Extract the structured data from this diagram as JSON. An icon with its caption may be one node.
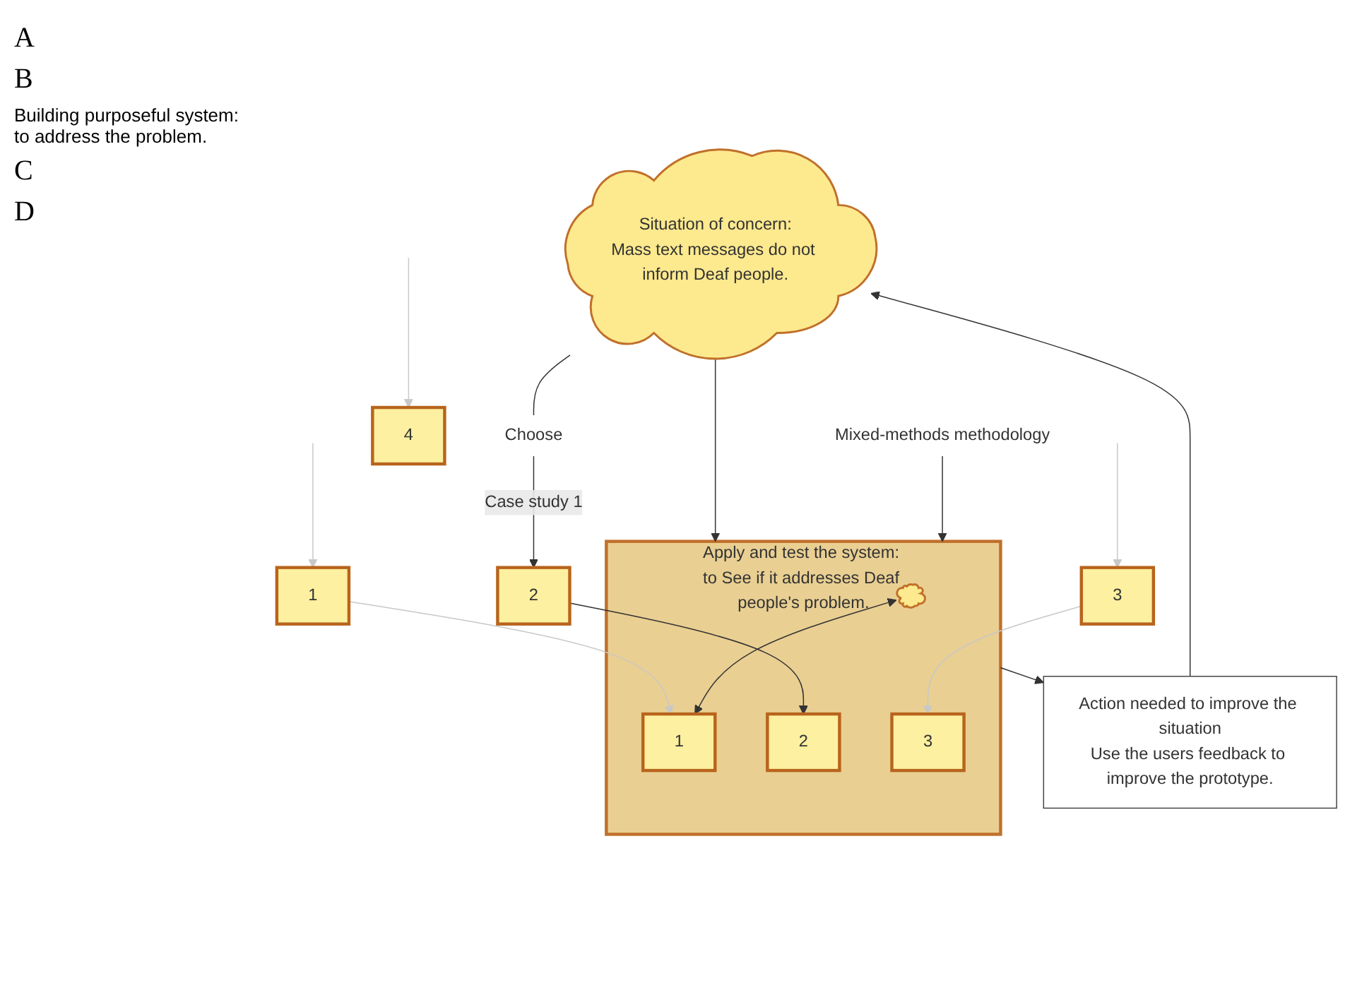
{
  "diagram": {
    "nodes": [
      {
        "text": [
          "Situation of concern:",
          "Mass text messages do not inform Deaf people."
        ]
      },
      {
        "text": [
          "Choose"
        ]
      },
      {
        "text": [
          "1"
        ]
      },
      {
        "text": [
          "2"
        ]
      },
      {
        "text": [
          "3"
        ]
      },
      {
        "text": [
          "4"
        ]
      },
      {
        "text": [
          "Apply and test the system: to See if it addresses Deaf people's problem."
        ]
      },
      {
        "text": [],
        "shape": "cloud",
        "in": 6
      },
      {
        "text": [
          "1"
        ],
        "in": 6
      },
      {
        "text": [
          "2"
        ],
        "in": 6
      },
      {
        "text": [
          "3"
        ],
        "in": 6
      },
      {
        "text": [
          "Mixed-methods methodology"
        ]
      },
      {
        "text": [
          "Action needed to improve the situation",
          "Use the users feedback to improve the prototype."
        ]
      }
    ],
    "edges": [
      {
        "from": 0,
        "to": 1,
        "arrow": "none"
      },
      {
        "from": 1,
        "to": 3,
        "arrow": "to",
        "label": "Case study 1"
      },
      {
        "from": null,
        "to": 2,
        "arrow": "to",
        "color": "#c8c8c8"
      },
      {
        "from": null,
        "to": 4,
        "arrow": "to",
        "color": "#c8c8c8"
      },
      {
        "from": null,
        "to": 5,
        "arrow": "to",
        "color": "#c8c8c8"
      },
      {
        "from": 0,
        "to": 6,
        "arrow": "to"
      },
      {
        "from": 2,
        "to": 8,
        "arrow": "to",
        "color": "#c8c8c8"
      },
      {
        "from": 3,
        "to": 9,
        "arrow": "to"
      },
      {
        "from": 4,
        "to": 10,
        "arrow": "to",
        "color": "#c8c8c8"
      },
      {
        "from": 7,
        "to": 8,
        "arrow": "both"
      },
      {
        "from": 11,
        "to": 6,
        "arrow": "to"
      },
      {
        "from": 6,
        "to": 12,
        "arrow": "to"
      },
      {
        "from": 12,
        "to": 0,
        "arrow": "to"
      }
    ],
    "labels": [
      "A",
      "B",
      "Building purposeful system: to address the problem.",
      "C",
      "D"
    ]
  }
}
